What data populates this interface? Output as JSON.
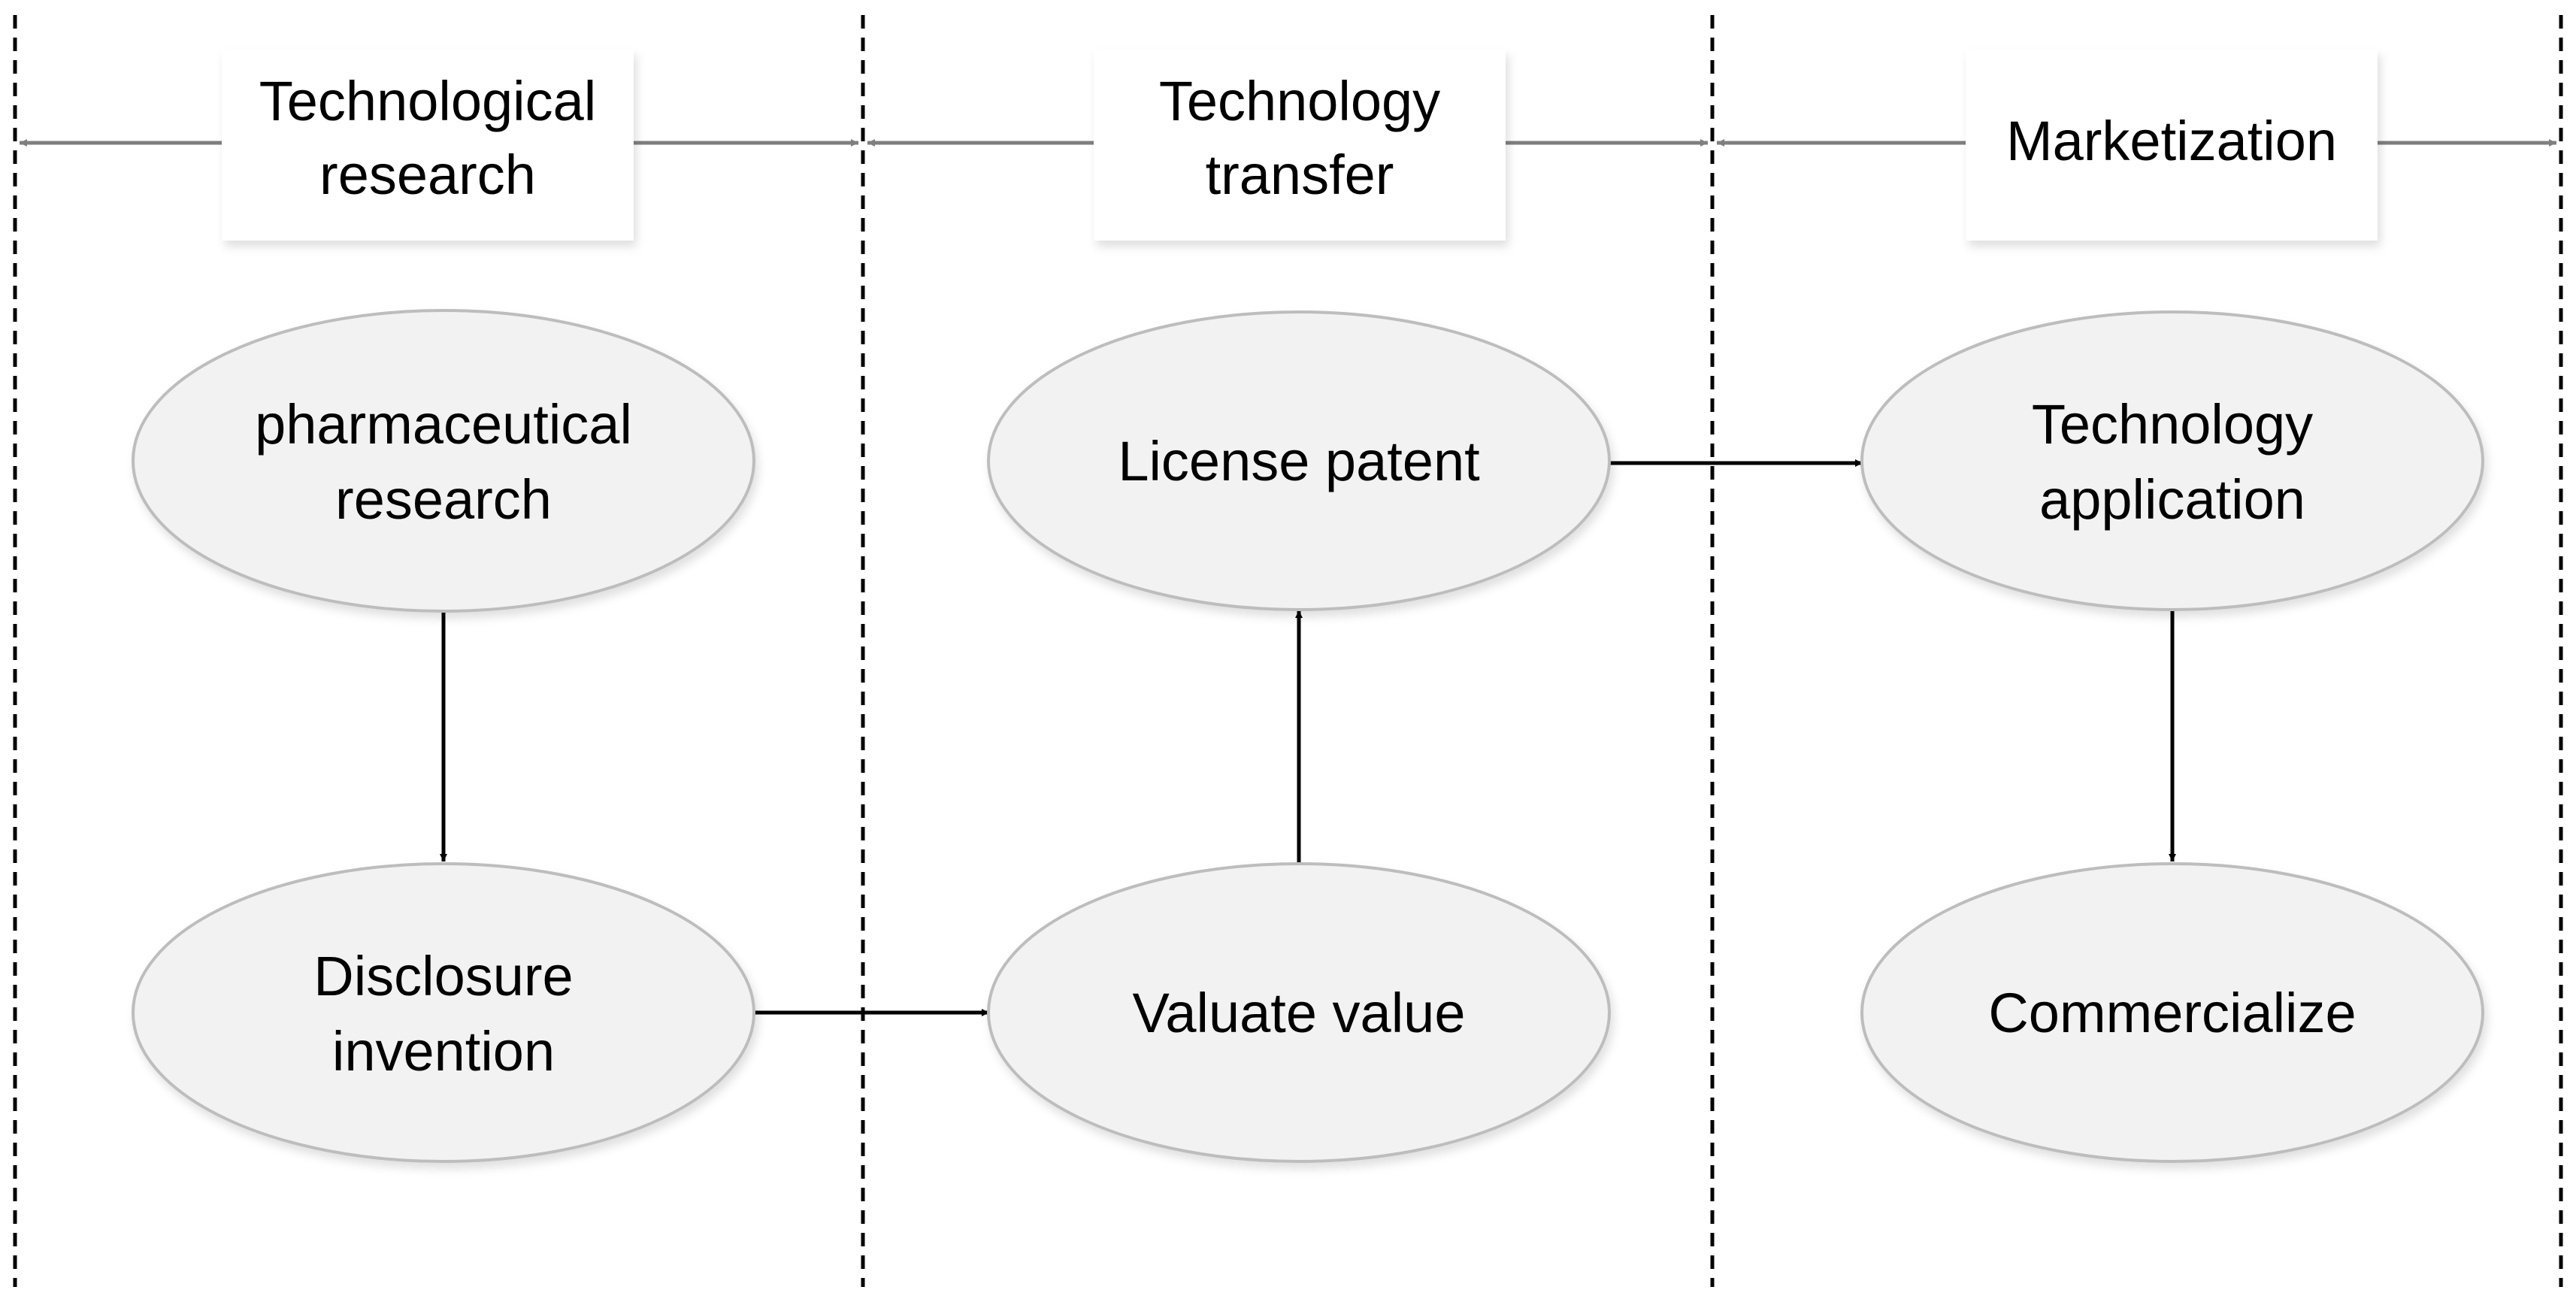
{
  "phases": [
    {
      "id": "research",
      "label_lines": [
        "Technological",
        "research"
      ]
    },
    {
      "id": "transfer",
      "label_lines": [
        "Technology",
        "transfer"
      ]
    },
    {
      "id": "market",
      "label_lines": [
        "Marketization"
      ]
    }
  ],
  "nodes": [
    {
      "id": "pharma",
      "label_lines": [
        "pharmaceutical",
        "research"
      ]
    },
    {
      "id": "disclosure",
      "label_lines": [
        "Disclosure",
        "invention"
      ]
    },
    {
      "id": "valuate",
      "label_lines": [
        "Valuate value"
      ]
    },
    {
      "id": "license",
      "label_lines": [
        "License patent"
      ]
    },
    {
      "id": "techapp",
      "label_lines": [
        "Technology",
        "application"
      ]
    },
    {
      "id": "commercialize",
      "label_lines": [
        "Commercialize"
      ]
    }
  ],
  "edges": [
    {
      "from": "pharma",
      "to": "disclosure"
    },
    {
      "from": "disclosure",
      "to": "valuate"
    },
    {
      "from": "valuate",
      "to": "license"
    },
    {
      "from": "license",
      "to": "techapp"
    },
    {
      "from": "techapp",
      "to": "commercialize"
    }
  ],
  "colors": {
    "node_fill": "#f2f2f2",
    "node_stroke": "#bdbdbd",
    "arrow": "#000000",
    "phase_arrow": "#7f7f7f",
    "divider": "#000000",
    "label_box": "#ffffff"
  }
}
